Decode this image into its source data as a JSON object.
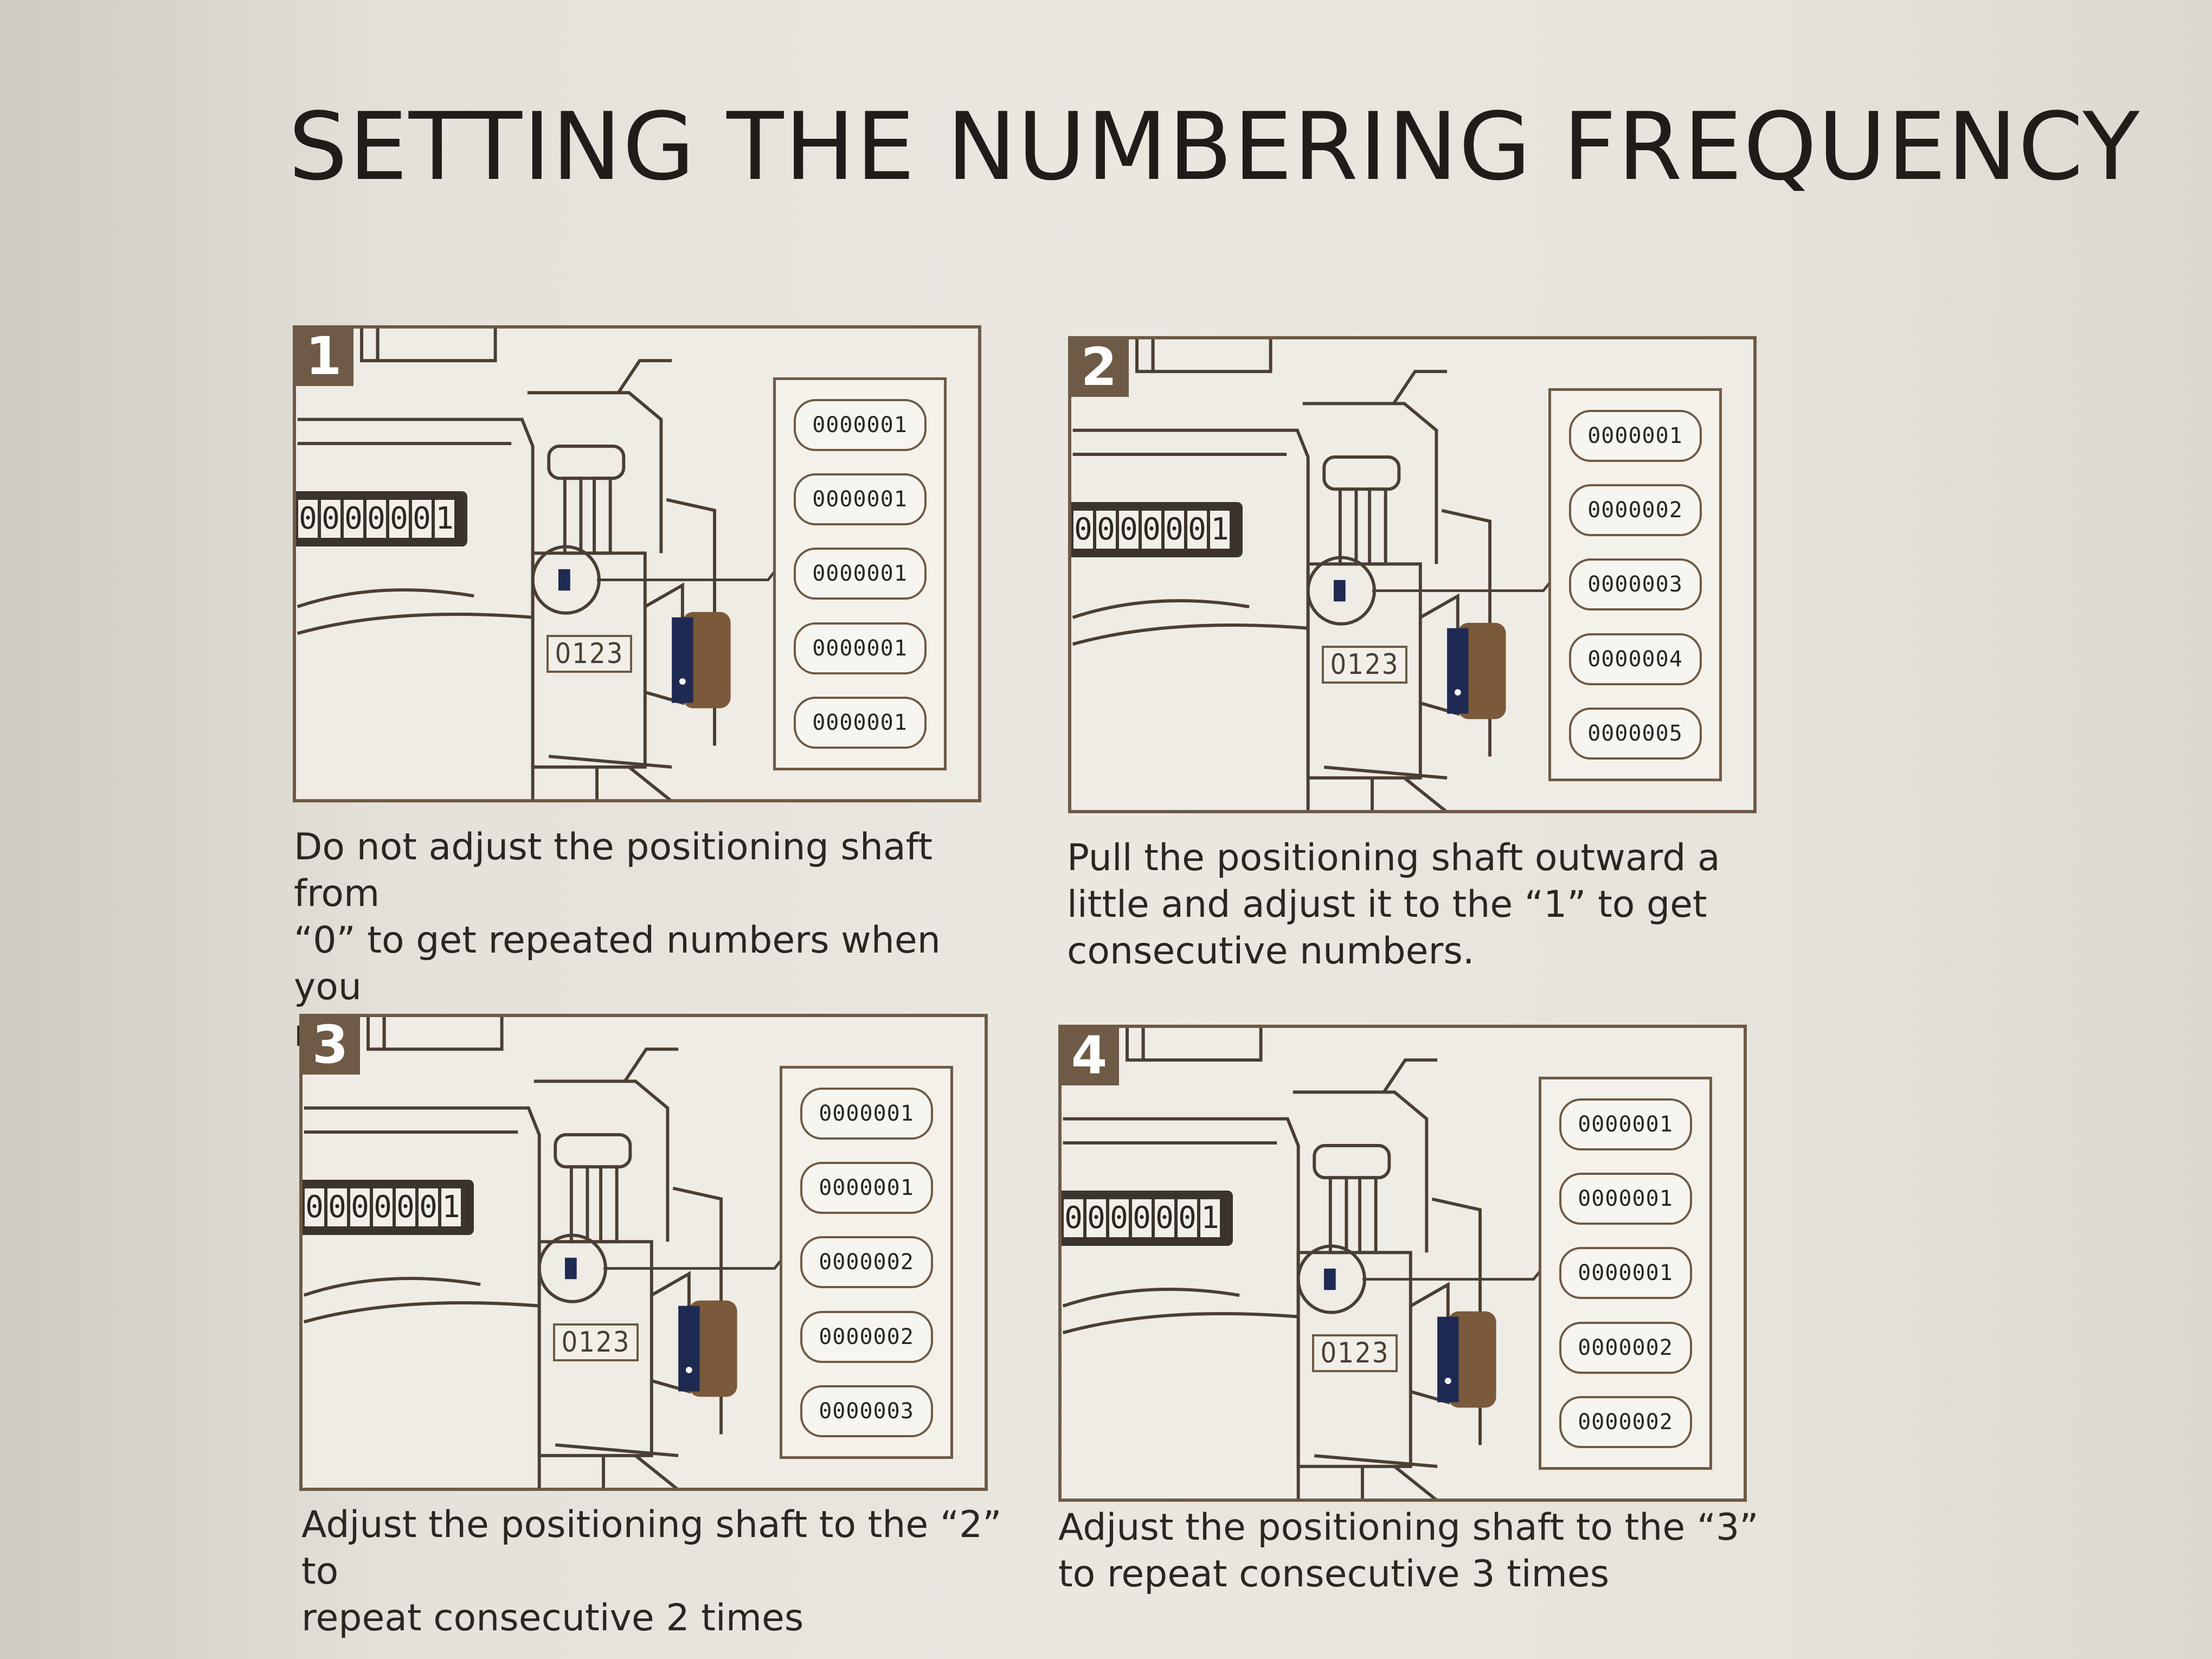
{
  "title": "SETTING THE NUMBERING FREQUENCY",
  "steps": [
    {
      "number": "1",
      "counter": "0000001",
      "dial": "0123",
      "labels": [
        "0000001",
        "0000001",
        "0000001",
        "0000001",
        "0000001"
      ],
      "caption": [
        "Do not adjust the positioning shaft from",
        "“0” to get repeated numbers when you",
        "repeat indefinitely"
      ]
    },
    {
      "number": "2",
      "counter": "0000001",
      "dial": "0123",
      "labels": [
        "0000001",
        "0000002",
        "0000003",
        "0000004",
        "0000005"
      ],
      "caption": [
        "Pull the positioning shaft outward a",
        "little and adjust it to the “1” to get",
        "consecutive numbers."
      ]
    },
    {
      "number": "3",
      "counter": "0000001",
      "dial": "0123",
      "labels": [
        "0000001",
        "0000001",
        "0000002",
        "0000002",
        "0000003"
      ],
      "caption": [
        "Adjust the positioning shaft to the “2” to",
        "repeat consecutive 2 times"
      ]
    },
    {
      "number": "4",
      "counter": "0000001",
      "dial": "0123",
      "labels": [
        "0000001",
        "0000001",
        "0000001",
        "0000002",
        "0000002"
      ],
      "caption": [
        "Adjust the positioning  shaft to the “3”",
        "to repeat consecutive 3 times"
      ]
    }
  ]
}
